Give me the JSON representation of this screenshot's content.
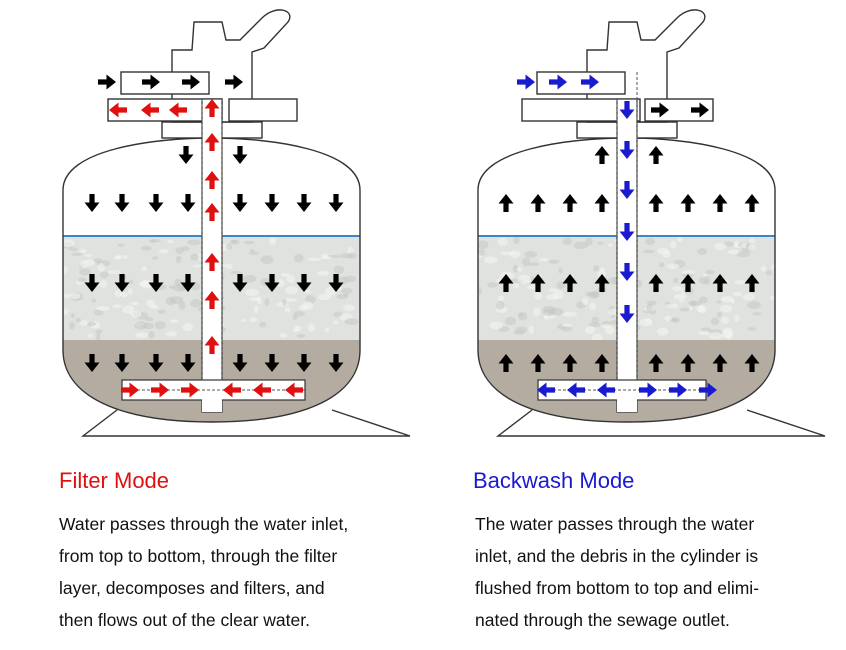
{
  "colors": {
    "filter_accent": "#e01010",
    "backwash_accent": "#1a1ad0",
    "arrow_default": "#000000",
    "water_line": "#3a86c8",
    "filter_media": "#dfe2de",
    "gravel": "#b5aca1",
    "outline": "#333333"
  },
  "icons": [
    "arrow-icon"
  ],
  "panels": [
    {
      "id": "filter",
      "title": "Filter Mode",
      "lines": [
        "Water passes through the water inlet,",
        "from top to bottom, through the filter",
        "layer, decomposes and filters, and",
        "then flows out of the clear water."
      ]
    },
    {
      "id": "backwash",
      "title": "Backwash Mode",
      "lines": [
        "The water passes through the water",
        "inlet, and the debris in the cylinder is",
        "flushed from bottom to top and elimi-",
        "nated through the sewage outlet."
      ]
    }
  ]
}
